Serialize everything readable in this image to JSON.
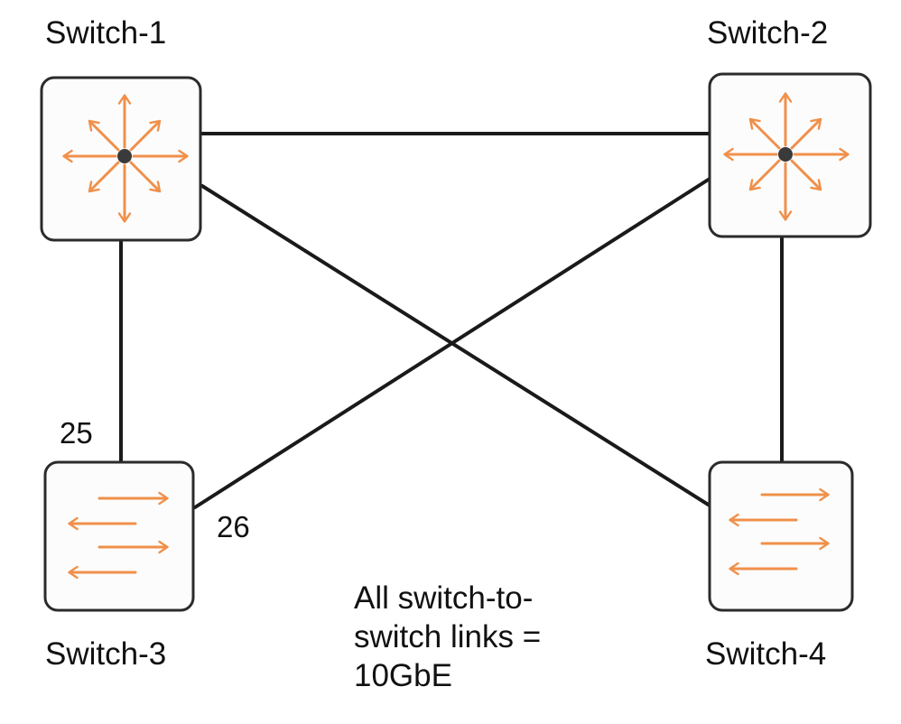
{
  "colors": {
    "link": "#1a1a1a",
    "node_border": "#2b2b2b",
    "node_fill": "#fcfcfc",
    "icon_accent": "#f0904a",
    "hub_dot": "#3a3a3a"
  },
  "switches": [
    {
      "id": "sw1",
      "label": "Switch-1",
      "icon": "core-switch-icon"
    },
    {
      "id": "sw2",
      "label": "Switch-2",
      "icon": "core-switch-icon"
    },
    {
      "id": "sw3",
      "label": "Switch-3",
      "icon": "access-switch-icon"
    },
    {
      "id": "sw4",
      "label": "Switch-4",
      "icon": "access-switch-icon"
    }
  ],
  "links": [
    {
      "from": "sw1",
      "to": "sw2"
    },
    {
      "from": "sw1",
      "to": "sw3"
    },
    {
      "from": "sw1",
      "to": "sw4"
    },
    {
      "from": "sw2",
      "to": "sw3"
    },
    {
      "from": "sw2",
      "to": "sw4"
    }
  ],
  "ports": {
    "sw3_to_sw1": "25",
    "sw3_to_sw2": "26"
  },
  "note": {
    "line1": "All switch-to-",
    "line2": "switch links =",
    "line3": "10GbE"
  }
}
